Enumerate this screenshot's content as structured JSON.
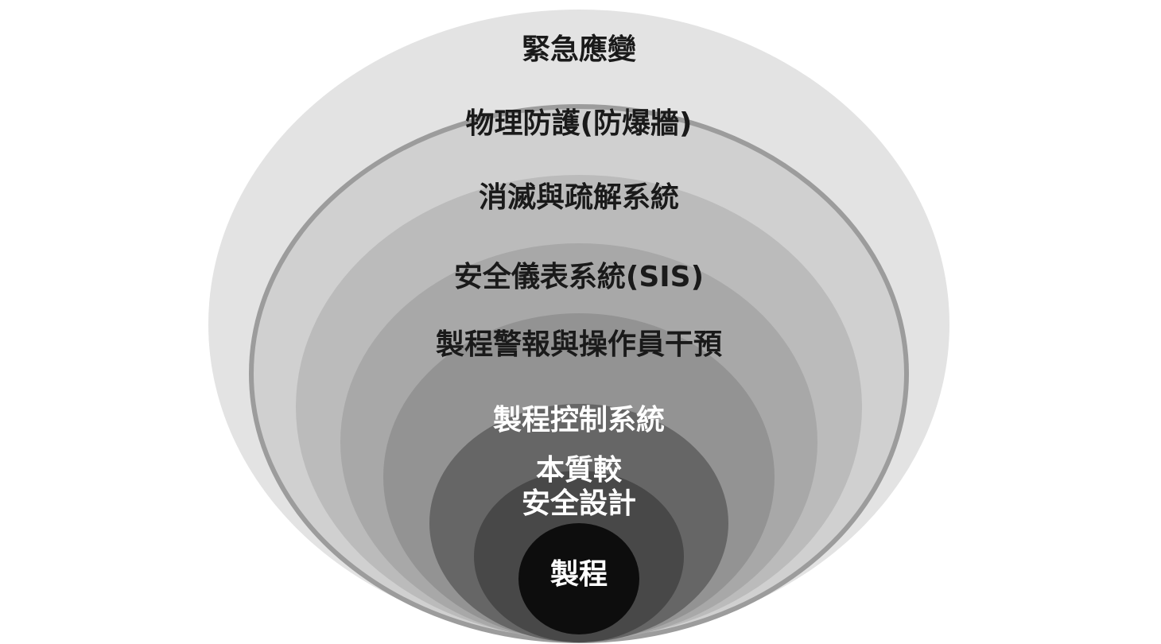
{
  "layers": [
    {
      "id": "emergency-response",
      "label": "緊急應變",
      "fill": "#e3e3e3",
      "text_color": "#1a1a1a"
    },
    {
      "id": "physical-protection",
      "label": "物理防護(防爆牆)",
      "fill": "#d0d0d0",
      "text_color": "#1a1a1a"
    },
    {
      "id": "mitigation-relief",
      "label": "消滅與疏解系統",
      "fill": "#bbbbbb",
      "text_color": "#1a1a1a"
    },
    {
      "id": "safety-instrumented-system",
      "label": "安全儀表系統(SIS)",
      "fill": "#a8a8a8",
      "text_color": "#1a1a1a"
    },
    {
      "id": "alarm-operator-intervention",
      "label": "製程警報與操作員干預",
      "fill": "#939393",
      "text_color": "#1a1a1a"
    },
    {
      "id": "process-control-system",
      "label": "製程控制系統",
      "fill": "#666666",
      "text_color": "#ffffff"
    },
    {
      "id": "inherently-safer-design",
      "label": "本質較\n安全設計",
      "fill": "#484848",
      "text_color": "#ffffff"
    },
    {
      "id": "process",
      "label": "製程",
      "fill": "#0d0d0d",
      "text_color": "#ffffff"
    }
  ],
  "separator_color": "#9c9c9c"
}
